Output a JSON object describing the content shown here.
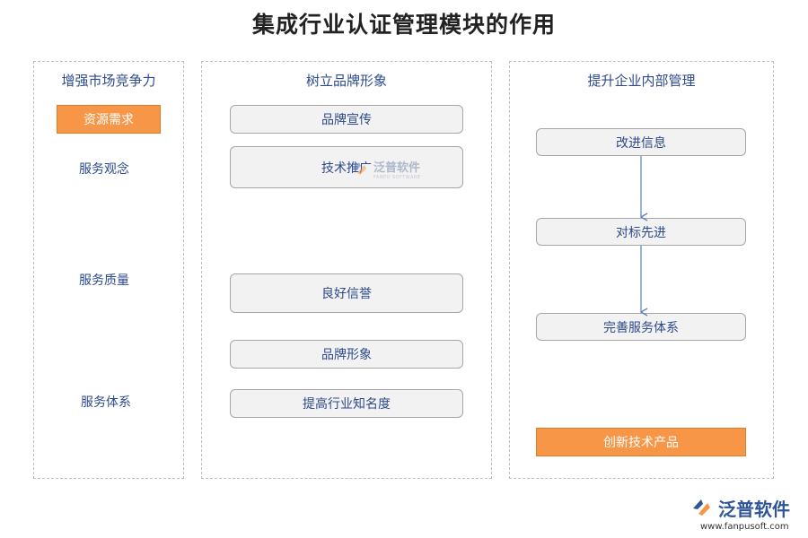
{
  "title": "集成行业认证管理模块的作用",
  "panels": {
    "left": {
      "title": "增强市场竞争力",
      "highlight": "资源需求",
      "items": [
        "服务观念",
        "服务质量",
        "服务体系"
      ]
    },
    "middle": {
      "title": "树立品牌形象",
      "items": [
        "品牌宣传",
        "技术推广",
        "良好信誉",
        "品牌形象",
        "提高行业知名度"
      ]
    },
    "right": {
      "title": "提升企业内部管理",
      "flow": [
        "改进信息",
        "对标先进",
        "完善服务体系"
      ],
      "highlight": "创新技术产品"
    }
  },
  "watermark": {
    "text": "泛普软件",
    "sub": "FANPU SOFTWARE",
    "url": "www.fanpusoft.com"
  },
  "colors": {
    "orange": "#f79646",
    "text_blue": "#2c4a8c",
    "arrow_blue": "#5b7fc4",
    "box_gray": "#f2f2f2"
  }
}
